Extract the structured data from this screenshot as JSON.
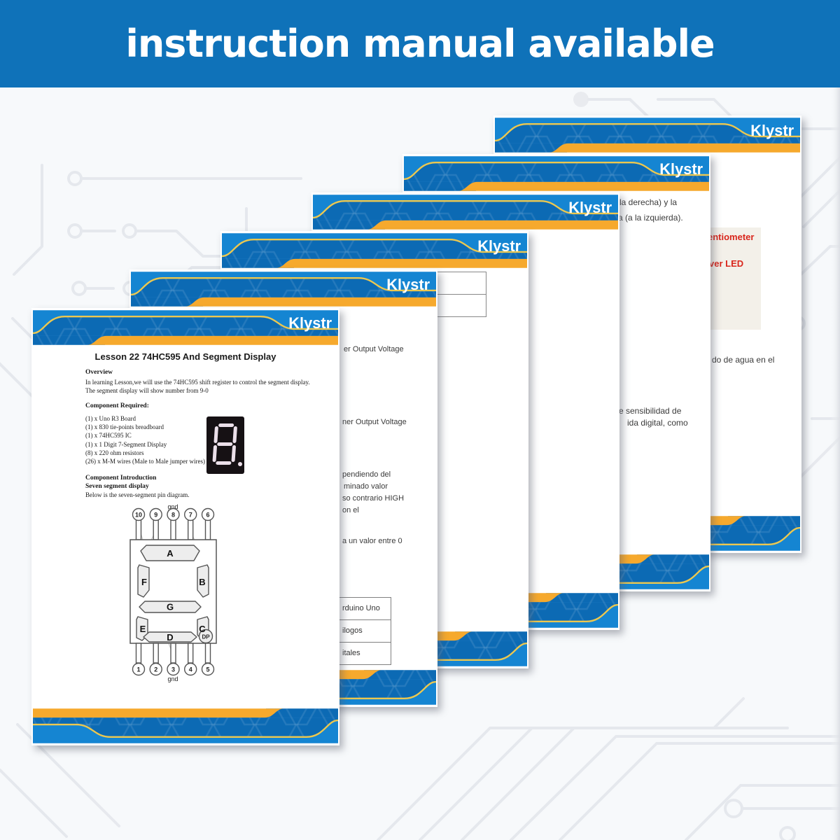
{
  "banner": {
    "text": "instruction manual available",
    "bg_color": "#0f72b9",
    "text_color": "#ffffff"
  },
  "brand": {
    "name": "Klystr",
    "blue_light": "#1585d2",
    "blue_dark": "#0c6ab4",
    "orange": "#f6a92d",
    "yellow_line": "#edc84f"
  },
  "front_page": {
    "title": "Lesson 22 74HC595 And Segment Display",
    "overview_heading": "Overview",
    "overview_line1": "In learning Lesson,we will use the 74HC595 shift register to control the segment display.",
    "overview_line2": "The segment display will show number from 9-0",
    "components_heading": "Component Required:",
    "components": [
      "(1) x Uno R3 Board",
      "(1) x 830 tie-points breadboard",
      "(1) x 74HC595 IC",
      "(1) x 1 Digit 7-Segment Display",
      "(8) x 220 ohm resistors",
      "(26) x M-M wires (Male to Male jumper wires)"
    ],
    "intro_heading": "Component Introduction",
    "intro_subheading": "Seven segment display",
    "intro_line": "Below is the seven-segment pin diagram.",
    "diagram": {
      "gnd_top": "gnd",
      "gnd_bottom": "gnd",
      "top_pins": [
        "10",
        "9",
        "8",
        "7",
        "6"
      ],
      "bottom_pins": [
        "1",
        "2",
        "3",
        "4",
        "5"
      ],
      "seg_a": "A",
      "seg_b": "B",
      "seg_c": "C",
      "seg_d": "D",
      "seg_e": "E",
      "seg_f": "F",
      "seg_g": "G",
      "seg_dp": "DP"
    }
  },
  "page2": {
    "fragments": [
      "er Output Voltage",
      "ner Output Voltage",
      "pendiendo del",
      "minado valor",
      "so contrario HIGH",
      "on el",
      "a un valor entre 0"
    ],
    "table_rows": [
      "rduino Uno",
      "ilogos",
      "itales"
    ]
  },
  "page5": {
    "fragments": [
      "la derecha) y la",
      "a (a la izquierda).",
      "e sensibilidad de",
      "ida digital, como"
    ]
  },
  "page6": {
    "red_fragments": [
      "entiometer",
      "ver LED"
    ],
    "fragments": [
      "do de agua en el"
    ]
  }
}
